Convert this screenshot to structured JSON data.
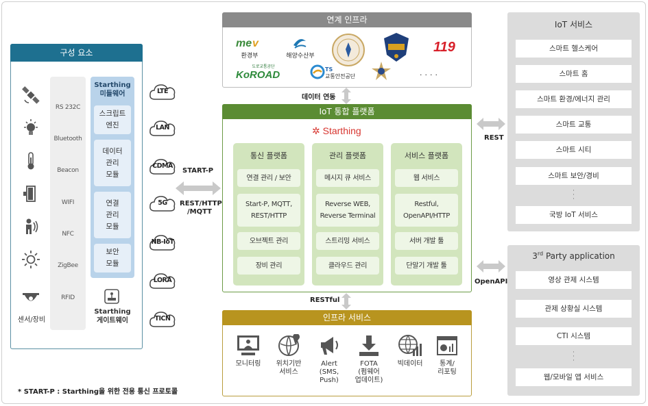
{
  "components": {
    "title": "구성 요소",
    "sensor_label": "센서/장비",
    "protocols": [
      "RS 232C",
      "Bluetooth",
      "Beacon",
      "WIFI",
      "NFC",
      "ZigBee",
      "RFID"
    ],
    "middleware": {
      "title_line1": "Starthing",
      "title_line2": "미들웨어",
      "boxes": [
        {
          "l1": "스크립트",
          "l2": "엔진",
          "l3": ""
        },
        {
          "l1": "데이터",
          "l2": "관리",
          "l3": "모듈"
        },
        {
          "l1": "연결",
          "l2": "관리",
          "l3": "모듈"
        },
        {
          "l1": "보안",
          "l2": "모듈",
          "l3": ""
        }
      ]
    },
    "gateway_line1": "Starthing",
    "gateway_line2": "게이트웨이"
  },
  "networks": [
    "LTE",
    "LAN",
    "CDMA",
    "5G",
    "NB-IoT",
    "LORA",
    "TICN"
  ],
  "left_link": {
    "top": "START-P",
    "bottom_line1": "REST/HTTP",
    "bottom_line2": "/MQTT"
  },
  "linked_infra": {
    "title": "연계 인프라",
    "logos": [
      "환경부",
      "해양수산부",
      "도로교통공단",
      "KoROAD",
      "TS",
      "교통안전공단",
      "119",
      "...."
    ],
    "data_link": "데이터 연동"
  },
  "platform": {
    "title": "IoT 통합 플랫폼",
    "brand": "Starthing",
    "columns": [
      {
        "title": "통신 플랫폼",
        "boxes": [
          [
            "연결 관리 / 보안"
          ],
          [
            "Start-P, MQTT,",
            "REST/HTTP"
          ],
          [
            "오브젝트 관리"
          ],
          [
            "장비 관리"
          ]
        ]
      },
      {
        "title": "관리 플랫폼",
        "boxes": [
          [
            "메시지 큐 서비스"
          ],
          [
            "Reverse WEB,",
            "Reverse Terminal"
          ],
          [
            "스트리밍 서비스"
          ],
          [
            "클라우드 관리"
          ]
        ]
      },
      {
        "title": "서비스 플랫폼",
        "boxes": [
          [
            "웹 서비스"
          ],
          [
            "Restful,",
            "OpenAPI/HTTP"
          ],
          [
            "서버 개발 툴"
          ],
          [
            "단말기 개발 툴"
          ]
        ]
      }
    ]
  },
  "infra_service": {
    "title": "인프라 서비스",
    "restful": "RESTful",
    "items": [
      {
        "icon": "monitor-icon",
        "l1": "모니터링",
        "l2": "",
        "l3": ""
      },
      {
        "icon": "location-icon",
        "l1": "위치기반",
        "l2": "서비스",
        "l3": ""
      },
      {
        "icon": "alert-icon",
        "l1": "Alert",
        "l2": "(SMS,",
        "l3": "Push)"
      },
      {
        "icon": "download-icon",
        "l1": "FOTA",
        "l2": "(펌웨어",
        "l3": "업데이트)"
      },
      {
        "icon": "globe-icon",
        "l1": "빅데이터",
        "l2": "",
        "l3": ""
      },
      {
        "icon": "report-icon",
        "l1": "통계/",
        "l2": "리포팅",
        "l3": ""
      }
    ]
  },
  "iot_services": {
    "title": "IoT 서비스",
    "items": [
      "스마트 헬스케어",
      "스마트 홈",
      "스마트 환경/에너지 관리",
      "스마트 교통",
      "스마트 시티",
      "스마트 보안/경비",
      "국방 IoT 서비스"
    ],
    "link": "REST"
  },
  "third_party": {
    "title_pre": "3",
    "title_sup": "rd",
    "title_post": " Party application",
    "items": [
      "영상 관제 시스템",
      "관제 상황실 시스템",
      "CTI 시스템",
      "웹/모바일 앱 서비스"
    ],
    "link": "OpenAPI"
  },
  "footnote": "*  START-P : Starthing을 위한 전용 통신 프로토콜",
  "colors": {
    "components": "#1e7090",
    "linked_infra": "#8a8a8a",
    "platform": "#5b8c33",
    "infra_service": "#b8941f",
    "right_panels": "#dcdcdc"
  }
}
